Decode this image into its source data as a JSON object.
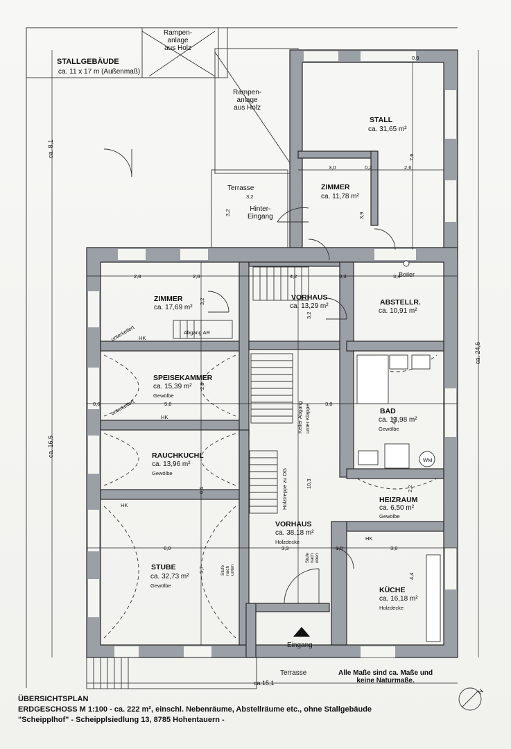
{
  "plan": {
    "stall_building": "STALLGEBÄUDE",
    "stall_building_size": "ca. 11 x 17 m (Außenmaß)",
    "ramp_top": "Rampen-\nanlage\naus Holz",
    "ramp_mid": "Rampen-\nanlage\naus Holz",
    "terrace_back": "Terrasse",
    "back_entry": "Hinter-\nEingang",
    "rooms": {
      "stall": {
        "name": "STALL",
        "area": "ca. 31,65 m²"
      },
      "zimmer_small": {
        "name": "ZIMMER",
        "area": "ca. 11,78 m²"
      },
      "zimmer_large": {
        "name": "ZIMMER",
        "area": "ca. 17,69 m²"
      },
      "vorhaus_top": {
        "name": "VORHAUS",
        "area": "ca. 13,29 m²"
      },
      "abstellr": {
        "name": "ABSTELLR.",
        "area": "ca. 10,91 m²"
      },
      "speise": {
        "name": "SPEISEKAMMER",
        "area": "ca. 15,39 m²",
        "note": "Gewölbe"
      },
      "bad": {
        "name": "BAD",
        "area": "ca. 13,98 m²",
        "note": "Gewölbe"
      },
      "rauch": {
        "name": "RAUCHKUCHL",
        "area": "ca. 13,96 m²",
        "note": "Gewölbe"
      },
      "heiz": {
        "name": "HEIZRAUM",
        "area": "ca. 6,50 m²",
        "note": "Gewölbe"
      },
      "vorhaus_main": {
        "name": "VORHAUS",
        "area": "ca. 38,18 m²",
        "note": "Holzdecke"
      },
      "stube": {
        "name": "STUBE",
        "area": "ca. 32,73 m²",
        "note": "Gewölbe"
      },
      "kueche": {
        "name": "KÜCHE",
        "area": "ca. 16,18 m²",
        "note": "Holzdecke"
      }
    },
    "labels": {
      "boiler": "Boiler",
      "abgang": "Abgang AR",
      "unterkellert": "unterkellert",
      "hk": "HK",
      "wm": "WM",
      "keller": "Keller Abgang\nunter Klappe",
      "holztreppe": "Holztreppe zu OG",
      "stufe_unten": "Stufe\nnach\nunten",
      "stufe_oben": "Stufe\nnach\noben",
      "eingang": "Eingang",
      "terrasse": "Terrasse",
      "disclaimer": "Alle Maße sind ca. Maße und\nkeine Naturmaße.",
      "north": "N"
    },
    "dims": {
      "top_06": "0,6",
      "d32a": "3,2",
      "d32b": "3,2",
      "d30": "3,0",
      "d02": "0,2",
      "d26": "2,6",
      "d76": "7,6",
      "d39": "3,9",
      "d28a": "2,8",
      "d28b": "2,8",
      "d42": "4,2",
      "d03": "0,3",
      "d34": "3,4",
      "d56": "5,6",
      "d38": "3,8",
      "d06": "0,6",
      "d46": "4,6",
      "d22": "2,2",
      "d103": "10,3",
      "d60": "6,0",
      "d33": "3,3",
      "d10": "1,0",
      "d36": "3,6",
      "d57": "5,7",
      "d44": "4,4",
      "d05": "0,5",
      "d165": "ca. 16,5",
      "d246": "ca. 24,6",
      "d81": "ca. 8,1",
      "d151": "ca.15,1",
      "d32c": "3,2",
      "d28c": "2,8",
      "d32d": "3,2"
    }
  },
  "footer": {
    "title": "ÜBERSICHTSPLAN",
    "scale": "ERDGESCHOSS M 1:100 -  ca. 222 m², einschl. Nebenräume, Abstellräume etc., ohne Stallgebäude",
    "address": "\"Scheipplhof\" - Scheipplsiedlung 13, 8785 Hohentauern -"
  }
}
